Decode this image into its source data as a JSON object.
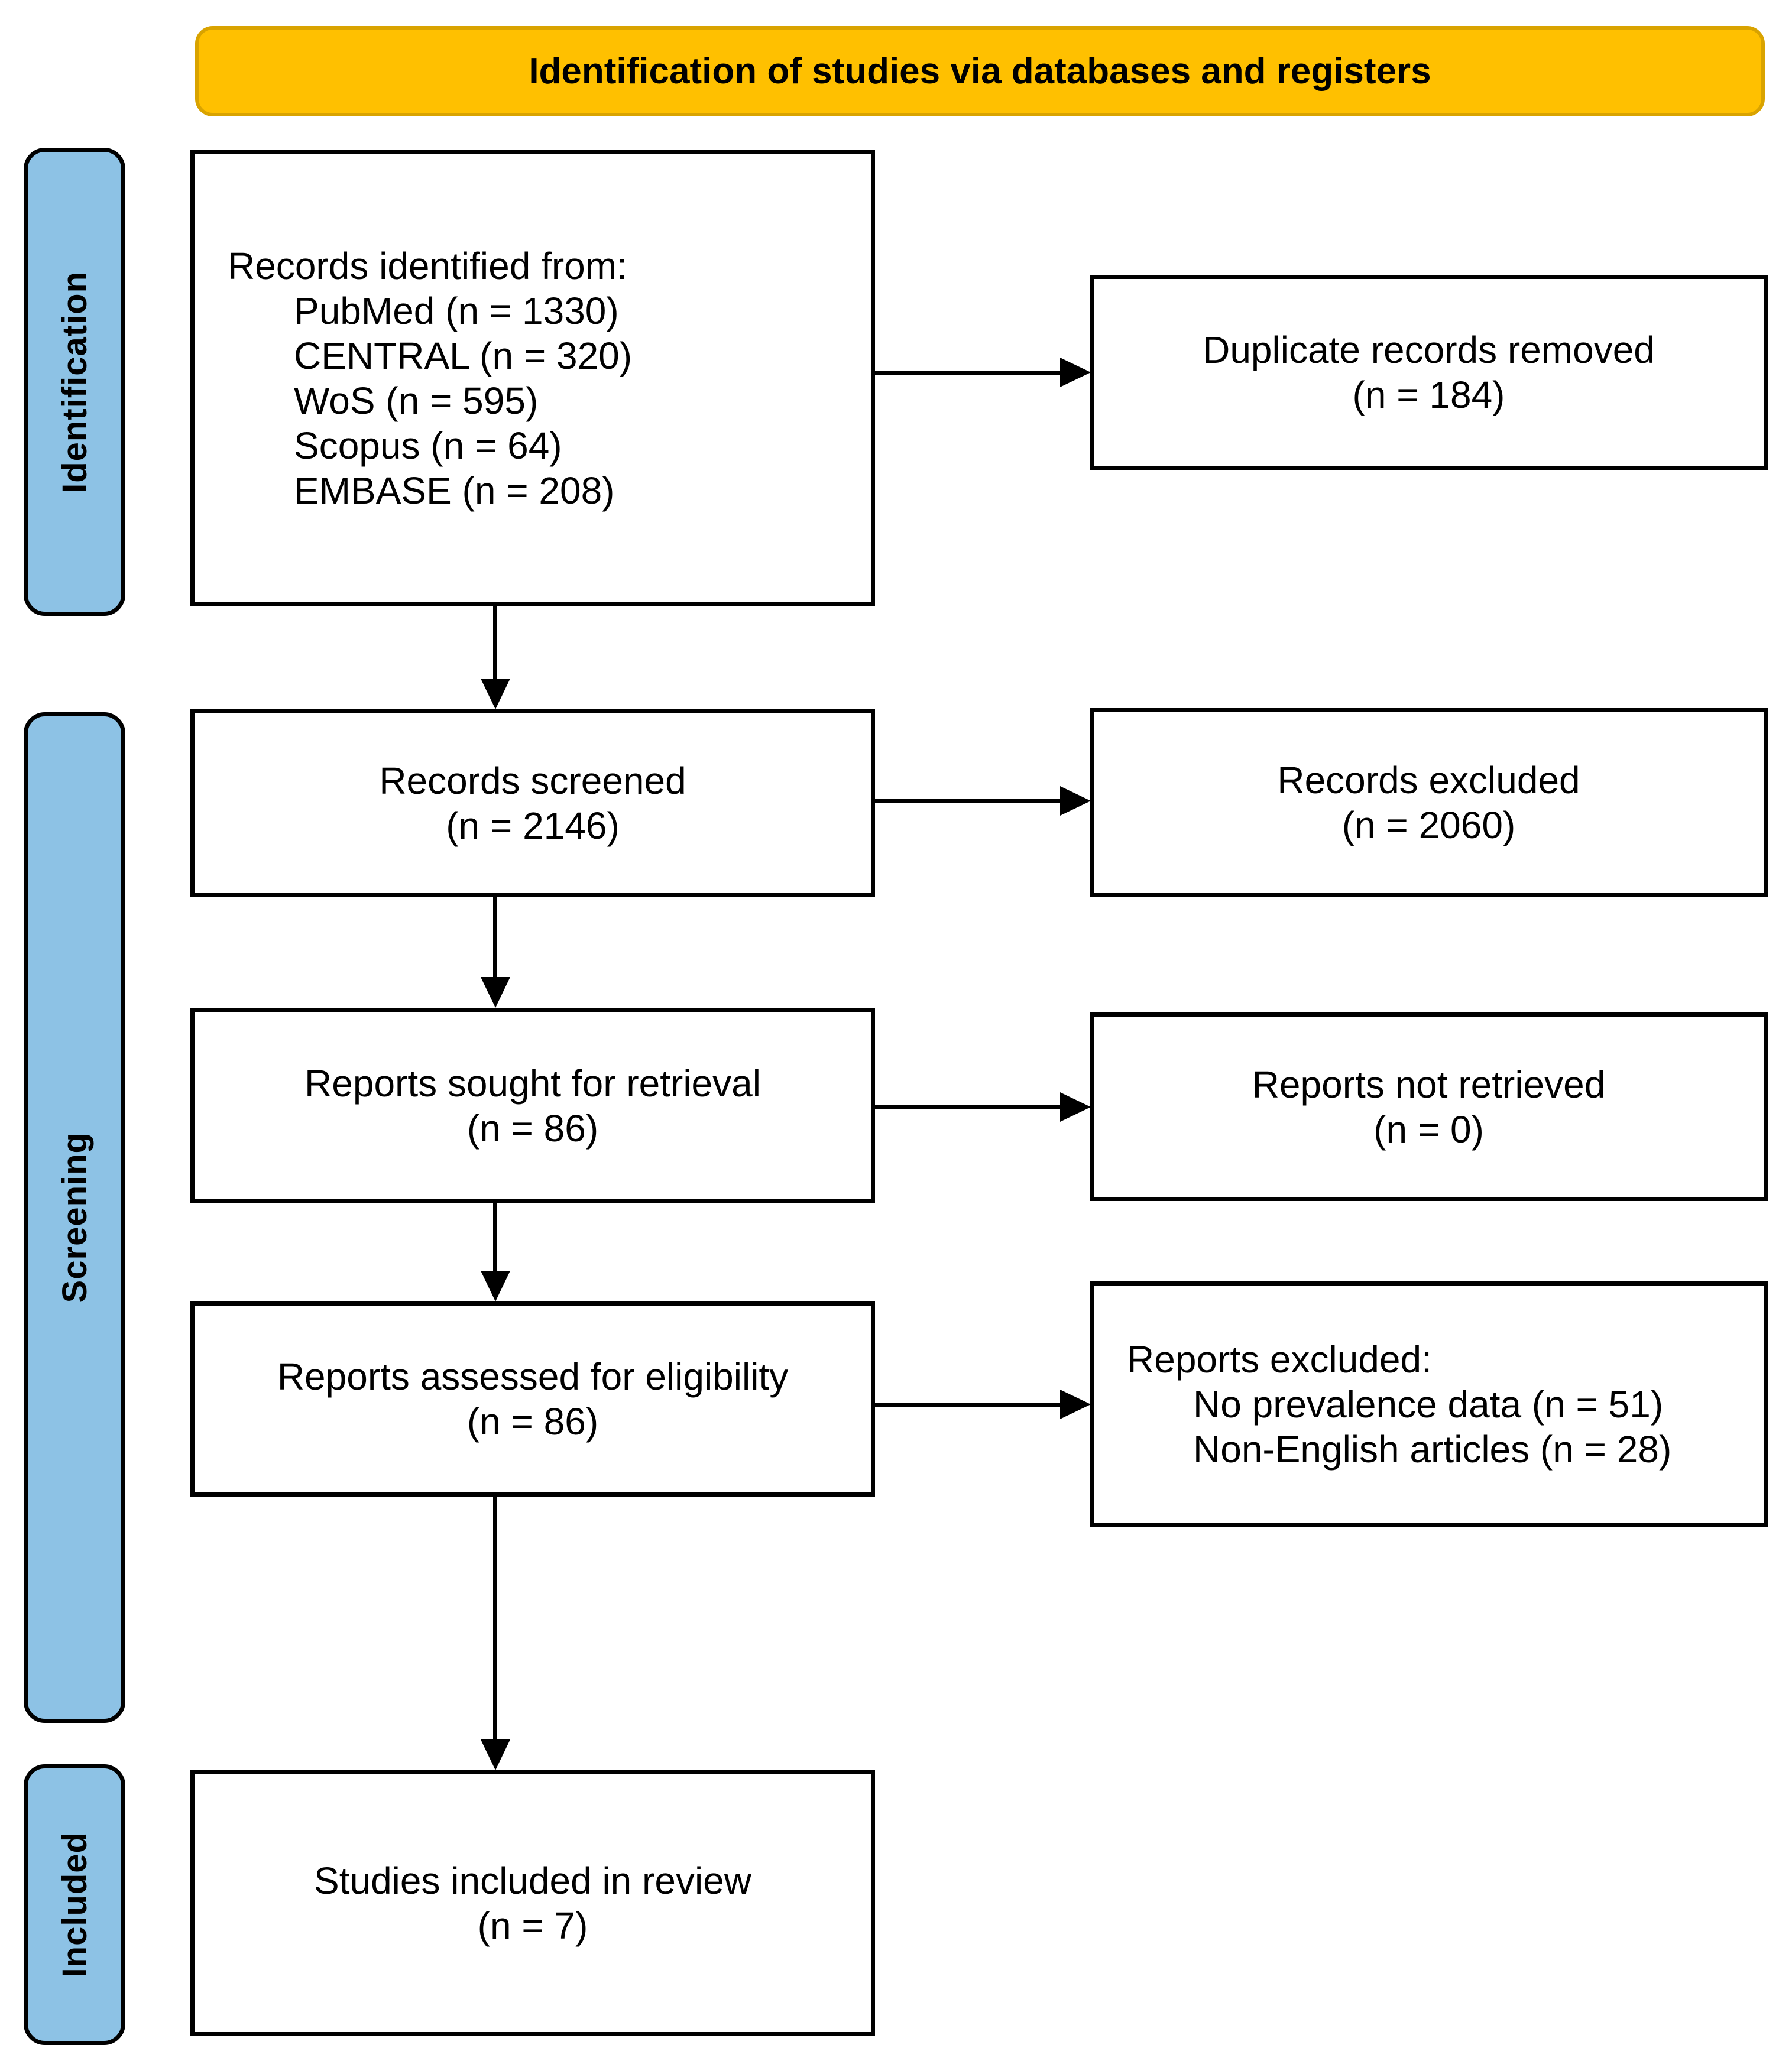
{
  "header": {
    "title": "Identification of studies via databases and registers"
  },
  "colors": {
    "header_fill": "#FFC000",
    "header_border": "#D9A300",
    "stage_fill": "#8DC2E5",
    "line": "#000000"
  },
  "stages": [
    {
      "label": "Identification"
    },
    {
      "label": "Screening"
    },
    {
      "label": "Included"
    }
  ],
  "flow": {
    "identified": {
      "heading": "Records identified from:",
      "items": [
        "PubMed (n = 1330)",
        "CENTRAL (n = 320)",
        "WoS (n = 595)",
        "Scopus (n = 64)",
        "EMBASE (n = 208)"
      ]
    },
    "screened": {
      "line1": "Records screened",
      "line2": "(n = 2146)"
    },
    "sought": {
      "line1": "Reports sought for retrieval",
      "line2": "(n = 86)"
    },
    "assessed": {
      "line1": "Reports assessed for eligibility",
      "line2": "(n = 86)"
    },
    "included": {
      "line1": "Studies included in review",
      "line2": "(n = 7)"
    }
  },
  "side": {
    "duplicates": {
      "line1": "Duplicate records removed",
      "line2": "(n = 184)"
    },
    "records_excluded": {
      "line1": "Records excluded",
      "line2": "(n = 2060)"
    },
    "not_retrieved": {
      "line1": "Reports not retrieved",
      "line2": "(n = 0)"
    },
    "reports_excluded": {
      "heading": "Reports excluded:",
      "items": [
        "No prevalence data (n = 51)",
        "Non-English articles (n = 28)"
      ]
    }
  }
}
